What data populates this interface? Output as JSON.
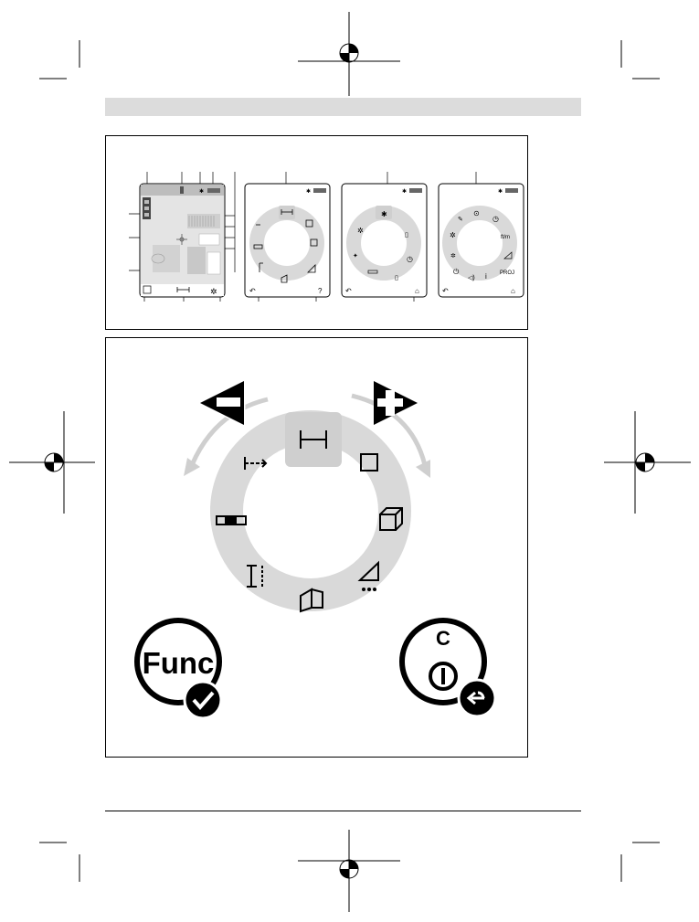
{
  "page": {
    "title": "",
    "accent_colors": {
      "header_band": "#dcdcdc",
      "wheel_ring": "#d9d9d9",
      "wheel_ring_dark": "#c9c9c9",
      "active_tile": "#cfcfcf",
      "arrows": "#cfcfcf",
      "ink": "#000000"
    }
  },
  "overview": {
    "screens": [
      {
        "name": "measurement-display",
        "icons": [
          "bluetooth-icon",
          "battery-icon",
          "level-bars-icon",
          "crosshair-icon",
          "list-icon",
          "ruler-icon",
          "settings-icon"
        ]
      },
      {
        "name": "function-wheel-measure",
        "icons": [
          "length-icon",
          "area-icon",
          "volume-icon",
          "indirect-triangle-icon",
          "wall-area-icon",
          "height-icon",
          "level-icon",
          "continuous-icon",
          "back-icon",
          "help-icon"
        ]
      },
      {
        "name": "function-wheel-tools",
        "icons": [
          "bluetooth-icon",
          "settings-sun-icon",
          "crosshair-icon",
          "list-icon",
          "timer-icon",
          "ruler-icon",
          "back-icon",
          "home-icon"
        ]
      },
      {
        "name": "function-wheel-settings",
        "icons": [
          "brightness-icon",
          "language-icon",
          "timer-icon",
          "unit-icon",
          "angle-icon",
          "sound-icon",
          "power-icon",
          "info-icon",
          "backlight-icon",
          "back-icon",
          "home-icon"
        ]
      }
    ]
  },
  "wheel": {
    "minus_symbol": "minus-icon",
    "plus_symbol": "plus-icon",
    "selected": "length-icon",
    "items": [
      "length-icon",
      "area-icon",
      "volume-icon",
      "indirect-triangle-icon",
      "wall-area-icon",
      "trapezoid-height-icon",
      "level-icon",
      "continuous-length-icon"
    ]
  },
  "buttons": {
    "func_label": "Func",
    "clear_label": "C",
    "func_badge": "check-icon",
    "power_icon": "power-icon",
    "back_badge": "back-arrow-icon"
  }
}
